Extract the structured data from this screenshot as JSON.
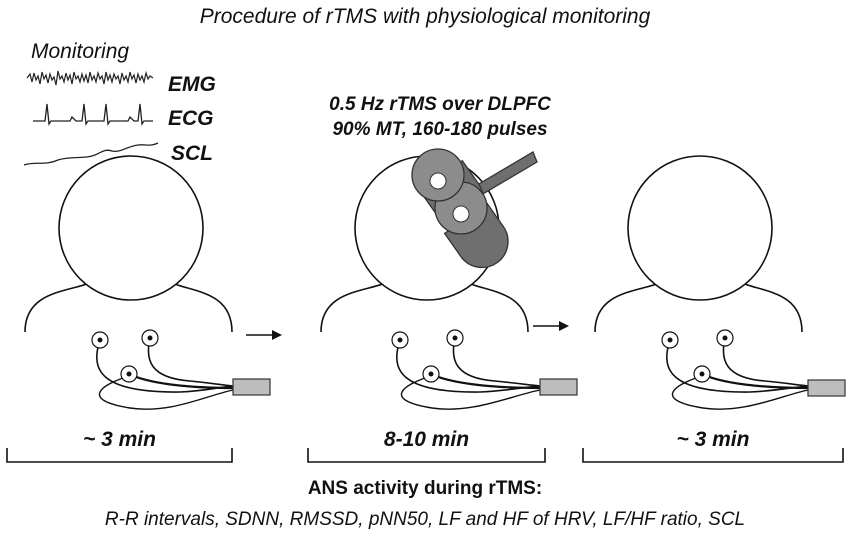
{
  "figure": {
    "title": "Procedure of rTMS with physiological monitoring"
  },
  "monitoring": {
    "label": "Monitoring",
    "signals": [
      {
        "label": "EMG"
      },
      {
        "label": "ECG"
      },
      {
        "label": "SCL"
      }
    ]
  },
  "stimulation": {
    "line1": "0.5 Hz rTMS over DLPFC",
    "line2": "90% MT, 160-180 pulses"
  },
  "phases": [
    {
      "duration": "~ 3 min"
    },
    {
      "duration": "8-10 min"
    },
    {
      "duration": "~ 3 min"
    }
  ],
  "outcome": {
    "title": "ANS activity during rTMS:",
    "measures": "R-R intervals,  SDNN, RMSSD, pNN50, LF and HF of HRV, LF/HF ratio, SCL"
  }
}
